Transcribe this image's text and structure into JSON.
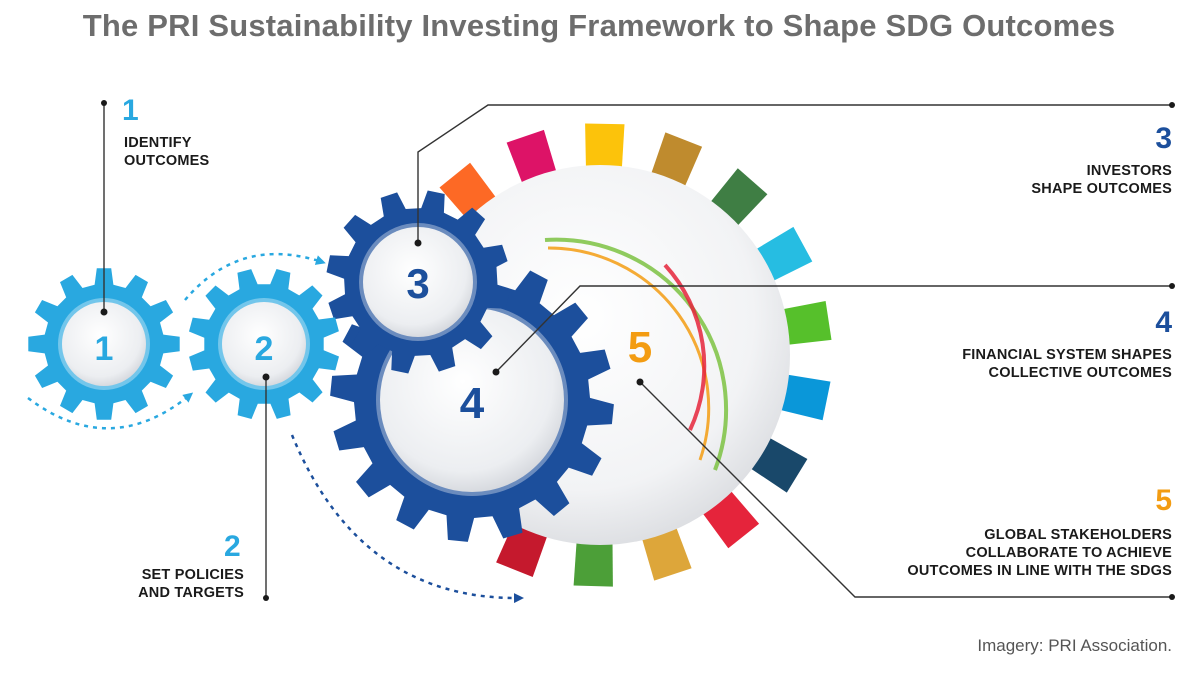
{
  "title": "The PRI Sustainability Investing Framework to Shape SDG Outcomes",
  "steps": [
    {
      "number": "1",
      "lines": [
        "IDENTIFY",
        "OUTCOMES"
      ],
      "color": "#29a8e0"
    },
    {
      "number": "2",
      "lines": [
        "SET POLICIES",
        "AND TARGETS"
      ],
      "color": "#29a8e0"
    },
    {
      "number": "3",
      "lines": [
        "INVESTORS",
        "SHAPE OUTCOMES"
      ],
      "color": "#1c4f9c"
    },
    {
      "number": "4",
      "lines": [
        "FINANCIAL SYSTEM SHAPES",
        "COLLECTIVE OUTCOMES"
      ],
      "color": "#1c4f9c"
    },
    {
      "number": "5",
      "lines": [
        "GLOBAL STAKEHOLDERS",
        "COLLABORATE TO ACHIEVE",
        "OUTCOMES IN LINE WITH THE SDGS"
      ],
      "color": "#f39c12"
    }
  ],
  "credit": "Imagery: PRI Association.",
  "colors": {
    "light_blue": "#29a8e0",
    "dark_blue": "#1c4f9c",
    "orange": "#f39c12",
    "title_gray": "#6d6d6d",
    "sdg_petals": [
      "#e5243b",
      "#dda63a",
      "#4c9f38",
      "#c5192d",
      "#ff3a21",
      "#26bde2",
      "#fcc30b",
      "#a21942",
      "#fd6925",
      "#dd1367",
      "#fd9d24",
      "#bf8b2e",
      "#3f7e44",
      "#0a97d9",
      "#56c02b",
      "#00689d",
      "#19486a"
    ]
  }
}
